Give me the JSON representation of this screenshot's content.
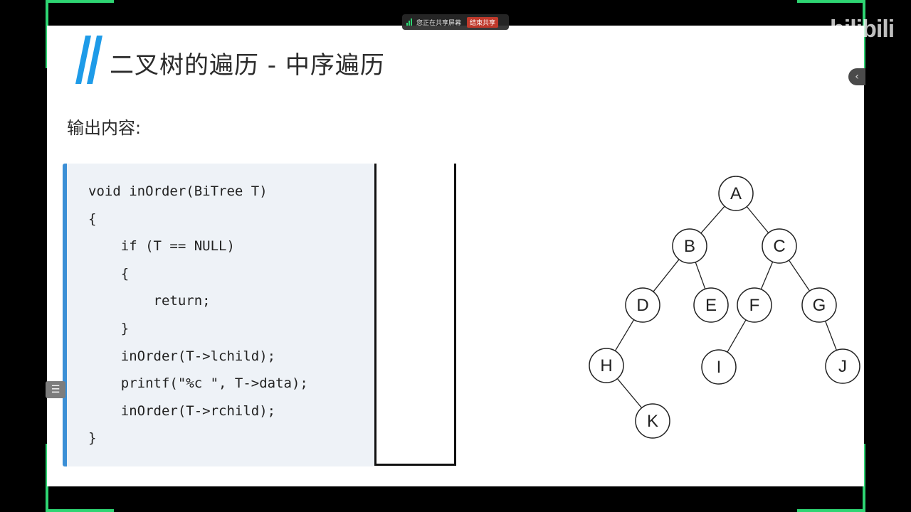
{
  "slide": {
    "title": "二叉树的遍历 - 中序遍历",
    "subtitle": "输出内容:",
    "code_lines": [
      "void inOrder(BiTree T)",
      "{",
      "    if (T == NULL)",
      "    {",
      "        return;",
      "    }",
      "    inOrder(T->lchild);",
      "    printf(\"%c \", T->data);",
      "    inOrder(T->rchild);",
      "}"
    ],
    "tree_nodes": [
      "A",
      "B",
      "C",
      "D",
      "E",
      "F",
      "G",
      "H",
      "I",
      "J",
      "K"
    ],
    "accent_color": "#3b8fd6"
  },
  "share_bar": {
    "status": "您正在共享屏幕",
    "stop_label": "结束共享"
  },
  "watermark": "bilibili",
  "icons": {
    "side_handle": "list-icon",
    "right_handle": "chevron-left-icon"
  }
}
